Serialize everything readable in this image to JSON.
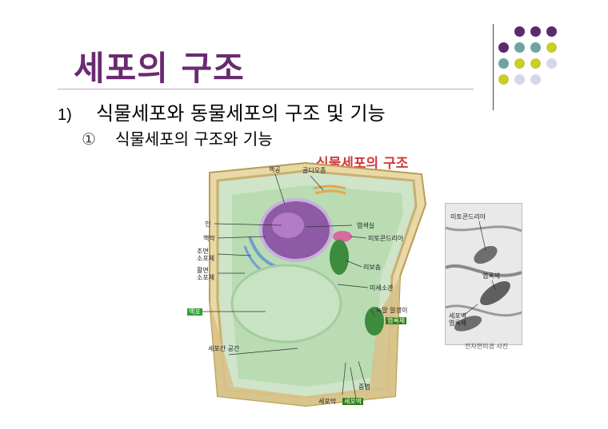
{
  "slide": {
    "title": "세포의 구조",
    "bullet1": {
      "number": "1)",
      "text": "식물세포와 동물세포의 구조 및 기능"
    },
    "bullet2": {
      "number": "①",
      "text": "식물세포의 구조와 기능"
    }
  },
  "colors": {
    "title": "#6a2a72",
    "dot_purple": "#5b2a6e",
    "dot_teal": "#6fa3a3",
    "dot_yellow": "#c8cf2c",
    "dot_lavender": "#d8d6ea"
  },
  "diagram": {
    "title": "식물세포의 구조",
    "labels": {
      "nuclear_pore": "핵공",
      "golgi": "골디오좀",
      "nucleolus": "인",
      "nuclear_membrane": "핵막",
      "chromatin": "염색실",
      "mitochondria": "미토콘드리아",
      "rough_er_1": "조면",
      "rough_er_2": "소포체",
      "smooth_er_1": "활면",
      "smooth_er_2": "소포체",
      "ribosome": "리보솜",
      "microtubule": "미세소관",
      "vacuole": "액포",
      "starch_grain": "녹말 알갱이",
      "chloroplast": "엽록체",
      "intercellular_space": "세포간 공간",
      "middle_lamella": "중엽",
      "cell_membrane": "세포막",
      "cell_wall": "세포벽"
    }
  },
  "micrograph": {
    "labels": {
      "mitochondria": "미토콘드리아",
      "chloroplast": "엽록체",
      "cell_wall": "세포벽",
      "chloroplast2": "엽록체"
    },
    "caption": "전자현미경 사진"
  }
}
